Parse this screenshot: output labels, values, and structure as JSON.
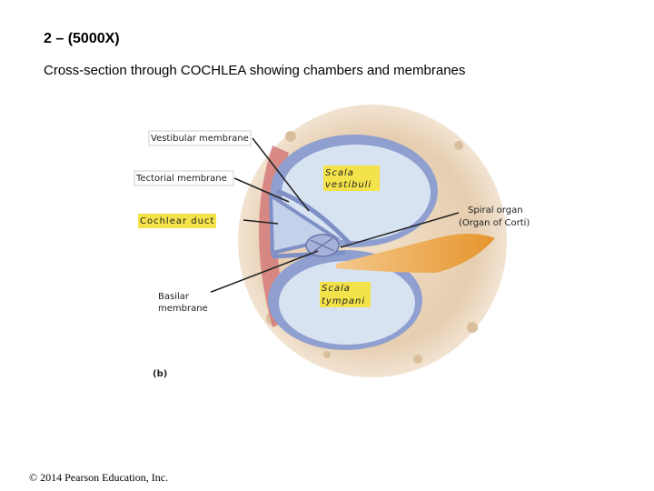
{
  "slide": {
    "title": "2 – (5000X)",
    "subtitle": "Cross-section through COCHLEA showing chambers and membranes",
    "copyright": "© 2014 Pearson Education, Inc."
  },
  "diagram": {
    "labels": {
      "vestibular_membrane": "Vestibular membrane",
      "tectorial_membrane": "Tectorial membrane",
      "cochlear_duct": "Cochlear duct",
      "basilar_membrane_line1": "Basilar",
      "basilar_membrane_line2": "membrane",
      "scala_vestibuli_line1": "Scala",
      "scala_vestibuli_line2": "vestibuli",
      "scala_tympani_line1": "Scala",
      "scala_tympani_line2": "tympani",
      "spiral_organ_line1": "Spiral organ",
      "spiral_organ_line2": "(Organ of Corti)",
      "panel_letter": "(b)"
    },
    "colors": {
      "bone": "#e6ceb0",
      "chamber": "#d8e3f2",
      "membrane": "#8f9fd0",
      "muscle": "#d47a7a",
      "nerve": "#e8a94a",
      "label_highlight": "#f3e24a"
    }
  }
}
